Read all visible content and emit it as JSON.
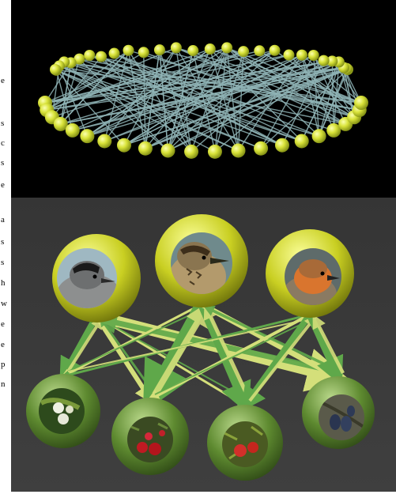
{
  "figure": {
    "upper_panel": {
      "background": "#000000",
      "node_color": "#d9e33a",
      "edge_color": "#8fb3b5",
      "layers": {
        "back_row_nodes": 28,
        "front_ring_nodes": 22
      }
    },
    "lower_panel": {
      "background": "#3a3a3a",
      "upper_layer": [
        {
          "name": "bird-1-blackcap-icon"
        },
        {
          "name": "bird-2-thrush-icon"
        },
        {
          "name": "bird-3-robin-icon"
        }
      ],
      "lower_layer": [
        {
          "name": "plant-1-white-berries-icon"
        },
        {
          "name": "plant-2-red-berries-icon"
        },
        {
          "name": "plant-3-red-fruit-icon"
        },
        {
          "name": "plant-4-dark-berries-icon"
        }
      ],
      "colors": {
        "bird_ring": "#d8dc2a",
        "plant_ring": "#6f9a3a",
        "arrow_light": "#d4df7a",
        "arrow_green": "#5fa84a"
      }
    }
  },
  "margin_text": {
    "glyphs": [
      "e",
      "s",
      "c",
      "s",
      "e",
      "a",
      "s",
      "s",
      "h",
      "w",
      "e",
      "e",
      "p",
      "n"
    ]
  }
}
